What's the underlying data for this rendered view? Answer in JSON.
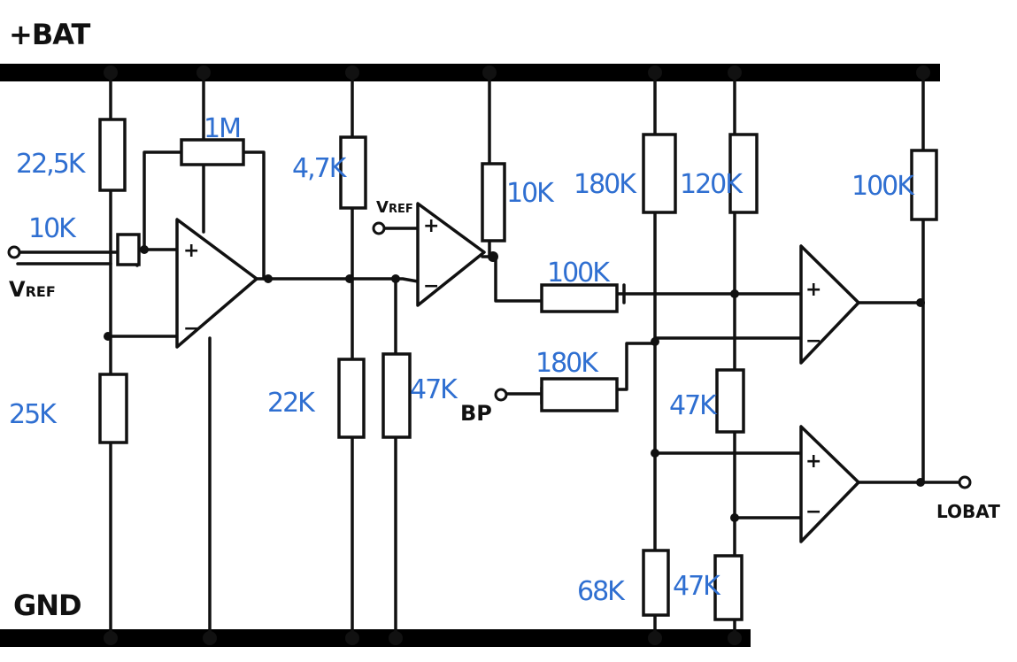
{
  "rails": {
    "top_label": "+BAT",
    "bottom_label": "GND"
  },
  "signals": {
    "vref_main": "V",
    "vref_main_sub": "REF",
    "vref_second": "V",
    "vref_second_sub": "REF",
    "bp": "BP",
    "lobat": "LOBAT"
  },
  "resistors": {
    "r_22_5k": "22,5K",
    "r_10k_in": "10K",
    "r_1m": "1M",
    "r_25k": "25K",
    "r_4_7k": "4,7K",
    "r_22k": "22K",
    "r_47k_a": "47K",
    "r_10k_out": "10K",
    "r_100k_mid": "100K",
    "r_180k_mid": "180K",
    "r_180k_top": "180K",
    "r_120k": "120K",
    "r_47k_b": "47K",
    "r_68k": "68K",
    "r_47k_c": "47K",
    "r_100k_top": "100K"
  },
  "opamp_signs": {
    "plus": "+",
    "minus": "−"
  }
}
